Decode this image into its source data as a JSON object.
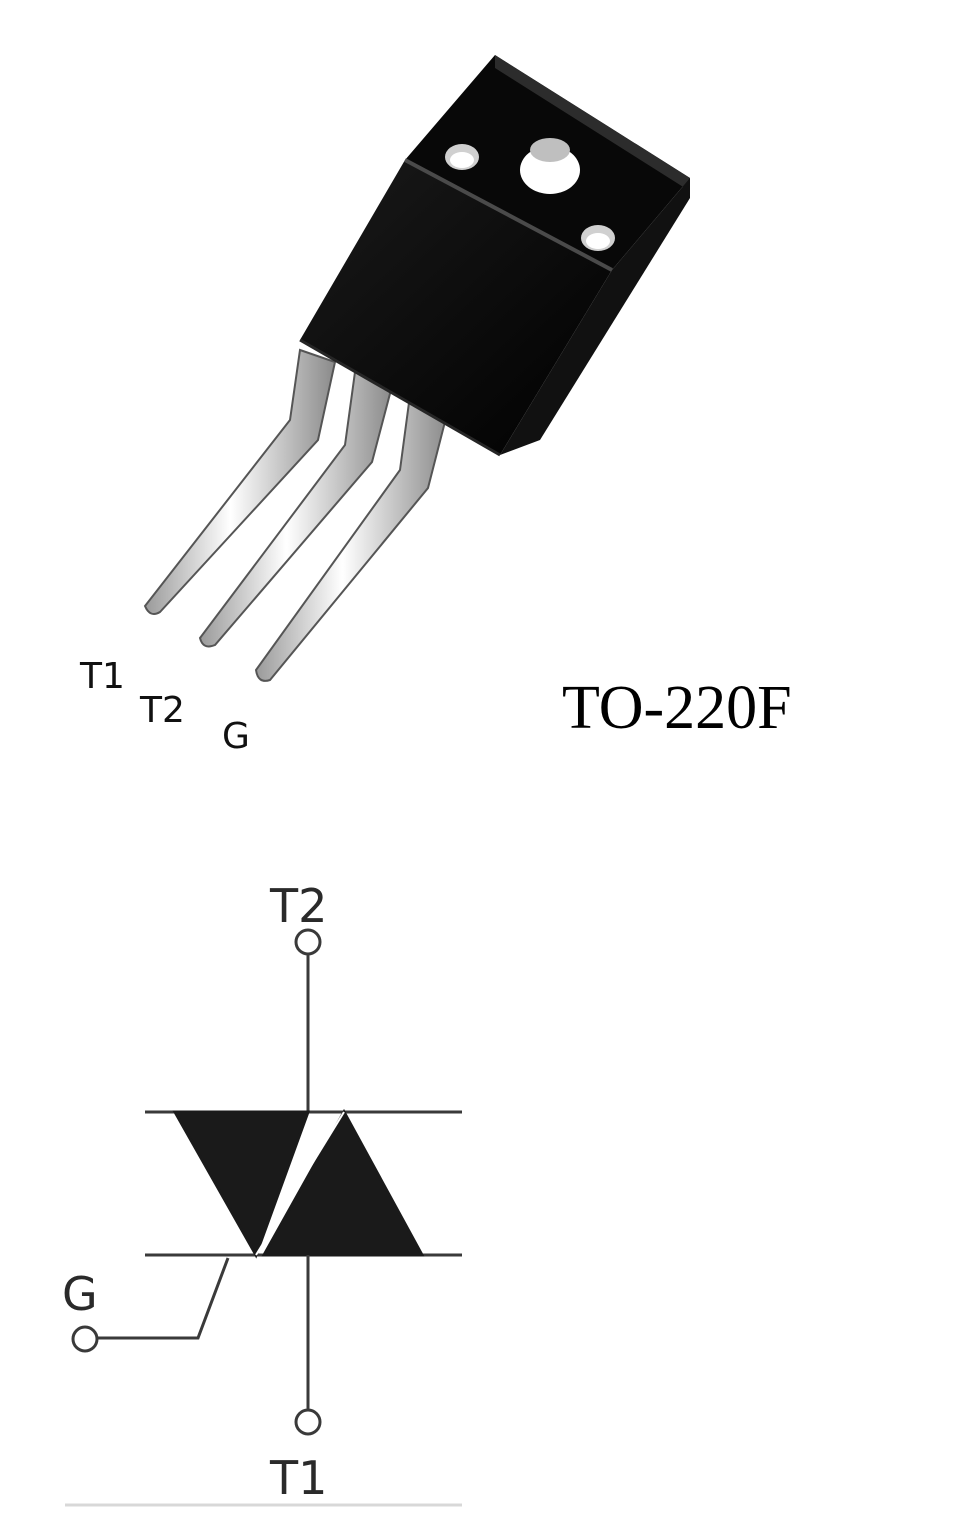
{
  "package": {
    "name": "TO-220F",
    "pins": {
      "t1": "T1",
      "t2": "T2",
      "g": "G"
    }
  },
  "symbol": {
    "terminals": {
      "t2": "T2",
      "g": "G",
      "t1": "T1"
    }
  },
  "colors": {
    "body": "#050505",
    "lead": "#d9d9d9",
    "line": "#3a3a3a",
    "fill": "#1a1a1a"
  }
}
